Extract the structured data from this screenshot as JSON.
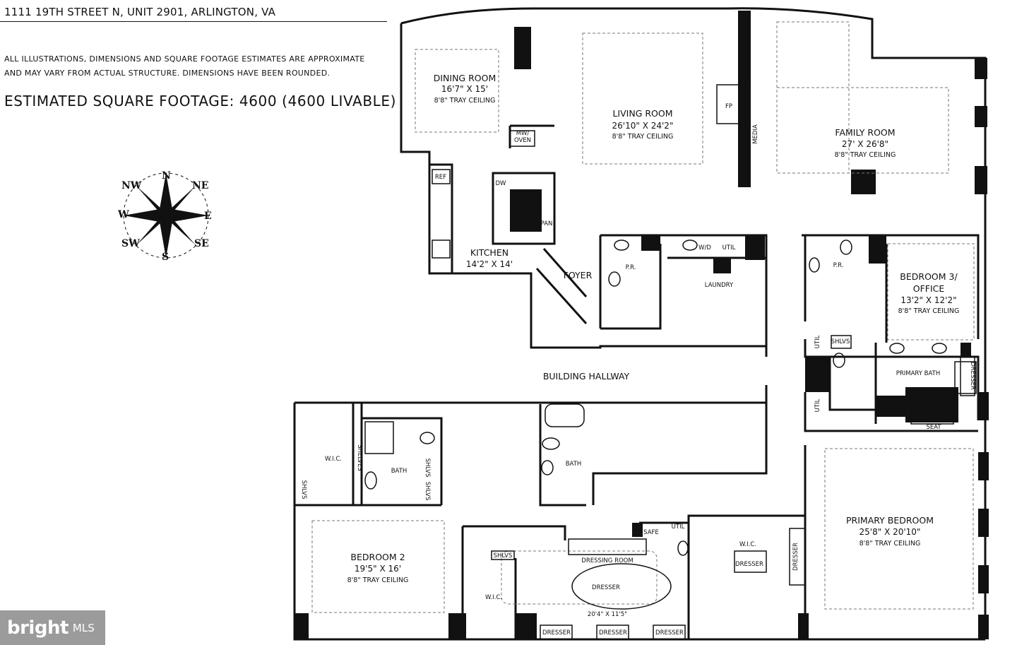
{
  "header": {
    "address": "1111 19TH STREET N, UNIT 2901, ARLINGTON, VA",
    "disclaimer_1": "ALL ILLUSTRATIONS, DIMENSIONS AND SQUARE FOOTAGE ESTIMATES ARE APPROXIMATE",
    "disclaimer_2": "AND MAY VARY FROM ACTUAL STRUCTURE. DIMENSIONS HAVE BEEN ROUNDED.",
    "sqft": "ESTIMATED SQUARE FOOTAGE: 4600 (4600 LIVABLE)"
  },
  "compass": {
    "n": "N",
    "ne": "NE",
    "e": "E",
    "se": "SE",
    "s": "S",
    "sw": "SW",
    "w": "W",
    "nw": "NW"
  },
  "rooms": {
    "dining": {
      "name": "DINING ROOM",
      "dims": "16'7\" X 15'",
      "ceiling": "8'8\" TRAY CEILING"
    },
    "living": {
      "name": "LIVING ROOM",
      "dims": "26'10\" X 24'2\"",
      "ceiling": "8'8\" TRAY CEILING"
    },
    "family": {
      "name": "FAMILY ROOM",
      "dims": "27' X 26'8\"",
      "ceiling": "8'8\" TRAY CEILING"
    },
    "kitchen": {
      "name": "KITCHEN",
      "dims": "14'2\" X 14'"
    },
    "foyer": {
      "name": "FOYER"
    },
    "laundry": {
      "name": "LAUNDRY"
    },
    "bedroom3": {
      "name1": "BEDROOM 3/",
      "name2": "OFFICE",
      "dims": "13'2\" X 12'2\"",
      "ceiling": "8'8\" TRAY CEILING"
    },
    "primary_bath": {
      "name": "PRIMARY BATH"
    },
    "hallway": {
      "name": "BUILDING HALLWAY"
    },
    "primary_bedroom": {
      "name": "PRIMARY BEDROOM",
      "dims": "25'8\" X 20'10\"",
      "ceiling": "8'8\" TRAY CEILING"
    },
    "bedroom2": {
      "name": "BEDROOM 2",
      "dims": "19'5\" X 16'",
      "ceiling": "8'8\" TRAY CEILING"
    },
    "dressing": {
      "name": "DRESSING ROOM",
      "dims": "20'4\" X 11'5\""
    }
  },
  "fixtures": {
    "mw_oven_1": "MW/",
    "mw_oven_2": "OVEN",
    "ref": "REF",
    "dw": "DW",
    "pan": "PAN",
    "fp": "FP",
    "media": "MEDIA",
    "pr": "P.R.",
    "wd": "W/D",
    "util": "UTIL",
    "shlvs": "SHLVS",
    "shelves": "SHELVES",
    "wic": "W.I.C.",
    "bath": "BATH",
    "safe": "SAFE",
    "dresser": "DRESSER",
    "seat": "SEAT"
  },
  "logo": {
    "brand": "bright",
    "mls": "MLS"
  }
}
